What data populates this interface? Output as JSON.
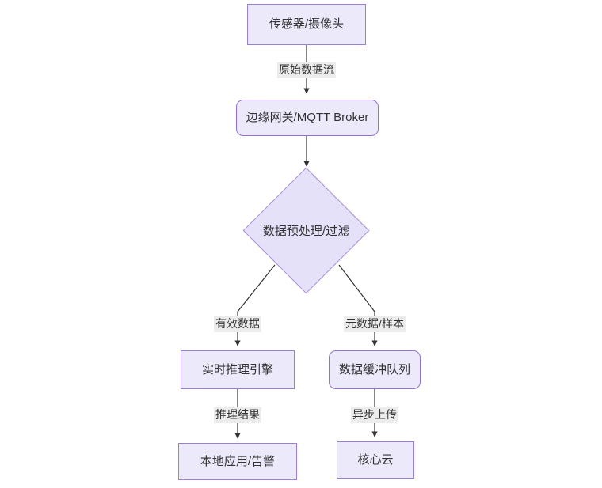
{
  "diagram": {
    "type": "flowchart",
    "title": "",
    "background_color": "#ffffff",
    "node_fill": "#ece9fb",
    "node_border": "#9a7fd8",
    "decision_fill": "#e5e1f8",
    "decision_border": "#a98fe0",
    "edge_color": "#333333",
    "edge_label_background": "#ececec",
    "text_color": "#333333",
    "nodes": [
      {
        "id": "sensor",
        "label": "传感器/摄像头",
        "shape": "rect"
      },
      {
        "id": "gateway",
        "label": "边缘网关/MQTT Broker",
        "shape": "rounded-rect"
      },
      {
        "id": "preprocess",
        "label": "数据预处理/过滤",
        "shape": "diamond"
      },
      {
        "id": "inference",
        "label": "实时推理引擎",
        "shape": "rect"
      },
      {
        "id": "buffer",
        "label": "数据缓冲队列",
        "shape": "rounded-rect"
      },
      {
        "id": "localapp",
        "label": "本地应用/告警",
        "shape": "rect"
      },
      {
        "id": "cloud",
        "label": "核心云",
        "shape": "rect"
      }
    ],
    "edges": [
      {
        "from": "sensor",
        "to": "gateway",
        "label": "原始数据流"
      },
      {
        "from": "gateway",
        "to": "preprocess",
        "label": ""
      },
      {
        "from": "preprocess",
        "to": "inference",
        "label": "有效数据"
      },
      {
        "from": "preprocess",
        "to": "buffer",
        "label": "元数据/样本"
      },
      {
        "from": "inference",
        "to": "localapp",
        "label": "推理结果"
      },
      {
        "from": "buffer",
        "to": "cloud",
        "label": "异步上传"
      }
    ]
  }
}
